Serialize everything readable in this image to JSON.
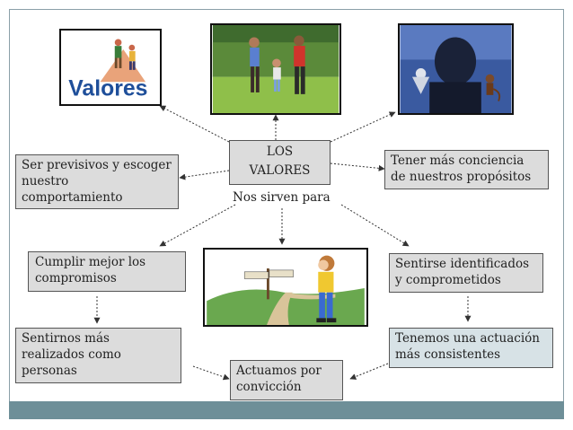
{
  "center": {
    "title": "LOS\nVALORES",
    "subtitle": "Nos sirven para"
  },
  "logo": {
    "text": "Valores"
  },
  "boxes": {
    "previsivos": "Ser previsivos y escoger nuestro comportamiento",
    "conciencia": "Tener más conciencia de nuestros propósitos",
    "compromisos": "Cumplir mejor los compromisos",
    "identificados": "Sentirse identificados y comprometidos",
    "realizados": "Sentirnos más realizados como personas",
    "actuacion": "Tenemos una actuación más consistentes",
    "conviccion": "Actuamos por convicción"
  },
  "colors": {
    "box_gray": "#dcdcdc",
    "box_blue": "#d7e2e6",
    "footer": "#6e8f98",
    "logo_blue": "#1f4f9a"
  }
}
